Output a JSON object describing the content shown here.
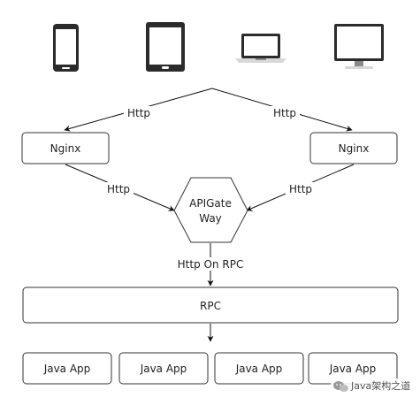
{
  "devices": [
    {
      "name": "phone",
      "icon": "mobile-phone-icon"
    },
    {
      "name": "tablet",
      "icon": "tablet-icon"
    },
    {
      "name": "laptop",
      "icon": "laptop-icon"
    },
    {
      "name": "desktop",
      "icon": "desktop-monitor-icon"
    }
  ],
  "nodes": {
    "nginx_left": "Nginx",
    "nginx_right": "Nginx",
    "gateway_line1": "APIGate",
    "gateway_line2": "Way",
    "rpc": "RPC",
    "apps": [
      "Java App",
      "Java App",
      "Java App",
      "Java App"
    ]
  },
  "edges": {
    "clients_to_nginx_left": "Http",
    "clients_to_nginx_right": "Http",
    "nginx_left_to_gateway": "Http",
    "nginx_right_to_gateway": "Http",
    "gateway_to_rpc": "Http On RPC"
  },
  "watermark": {
    "icon": "wechat-icon",
    "text": "Java架构之道"
  },
  "colors": {
    "stroke": "#333333",
    "device": "#2b2b2b"
  }
}
